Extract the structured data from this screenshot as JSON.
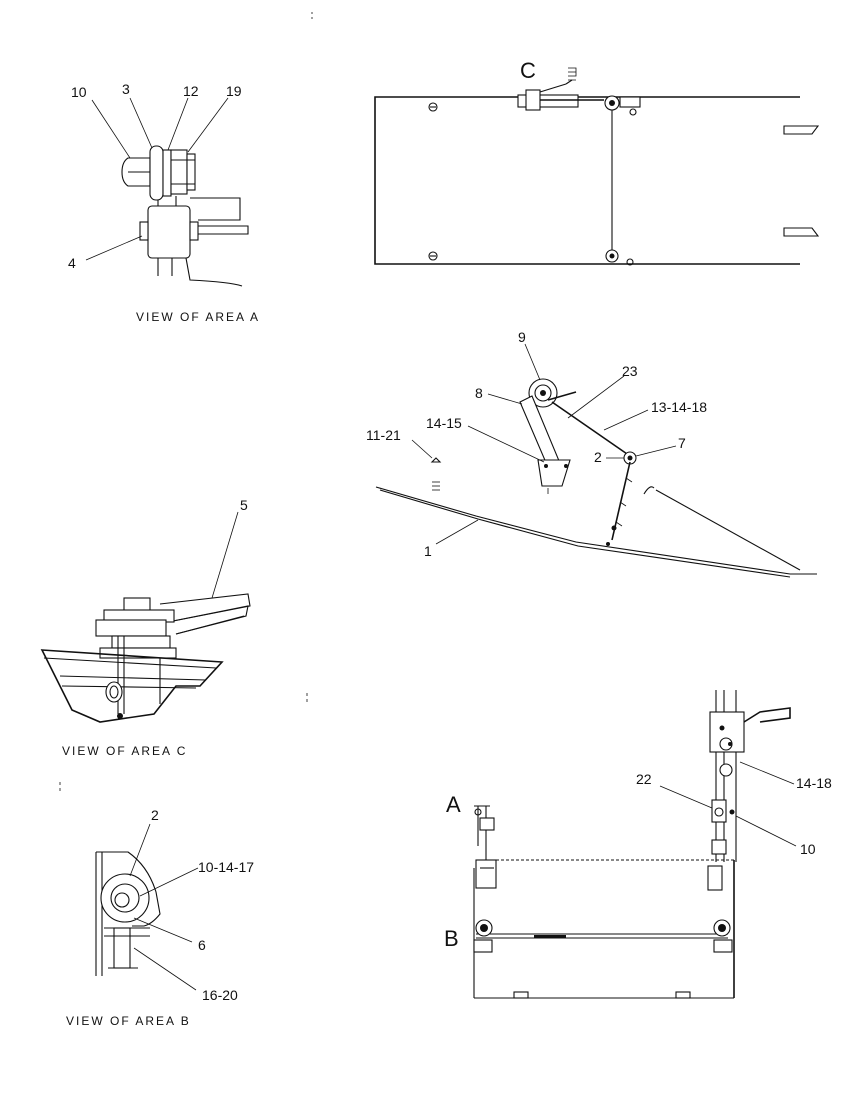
{
  "views": {
    "area_a": {
      "title": "VIEW  OF  AREA  A",
      "labels": [
        "10",
        "3",
        "12",
        "19",
        "4"
      ]
    },
    "area_c": {
      "title": "VIEW  OF  AREA  C",
      "labels": [
        "5"
      ]
    },
    "area_b": {
      "title": "VIEW  OF  AREA  B",
      "labels": [
        "2",
        "10-14-17",
        "6",
        "16-20"
      ]
    }
  },
  "top_view": {
    "area_letter": "C"
  },
  "side_view": {
    "labels": [
      "9",
      "23",
      "8",
      "13-14-18",
      "14-15",
      "11-21",
      "2",
      "7",
      "1"
    ]
  },
  "front_view": {
    "area_letters": [
      "A",
      "B"
    ],
    "labels": [
      "14-18",
      "22",
      "10"
    ]
  }
}
